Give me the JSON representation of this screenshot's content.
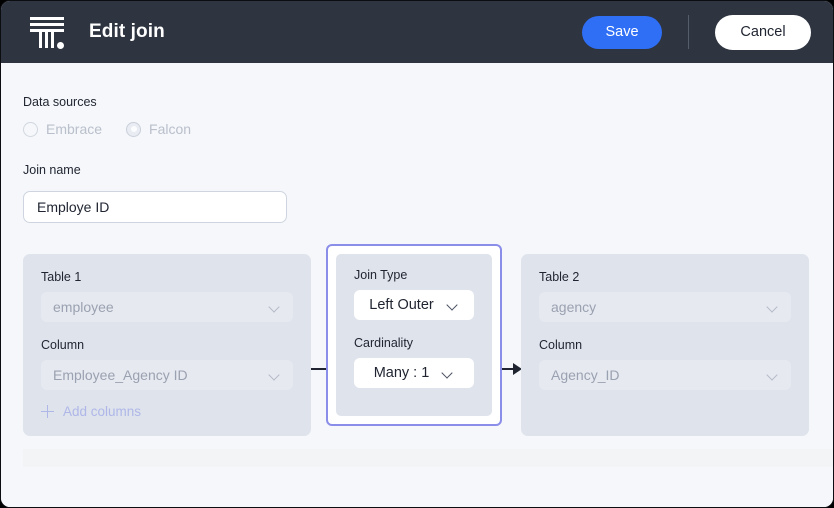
{
  "header": {
    "logo_name": "tellius-logo",
    "title": "Edit join",
    "save_label": "Save",
    "cancel_label": "Cancel",
    "save_color": "#2f6ff5",
    "background": "#2e3440"
  },
  "form": {
    "data_sources_label": "Data sources",
    "data_sources": [
      {
        "label": "Embrace",
        "selected": false,
        "disabled": true
      },
      {
        "label": "Falcon",
        "selected": true,
        "disabled": true
      }
    ],
    "join_name_label": "Join name",
    "join_name_value": "Employe ID",
    "join_name_placeholder": "Join name"
  },
  "table1": {
    "title_label": "Table 1",
    "table_value": "employee",
    "column_label": "Column",
    "column_value": "Employee_Agency ID",
    "add_columns_label": "Add columns",
    "add_columns_icon": "plus-icon",
    "chevron_icon": "chevron-down-icon"
  },
  "join": {
    "join_type_label": "Join Type",
    "join_type_value": "Left Outer",
    "cardinality_label": "Cardinality",
    "cardinality_value": "Many : 1",
    "focus_ring_color": "#8b8ee8",
    "chevron_icon": "chevron-down-icon"
  },
  "table2": {
    "title_label": "Table 2",
    "table_value": "agency",
    "column_label": "Column",
    "column_value": "Agency_ID",
    "chevron_icon": "chevron-down-icon"
  },
  "connectors": {
    "arrow_icon": "arrow-right-icon"
  }
}
